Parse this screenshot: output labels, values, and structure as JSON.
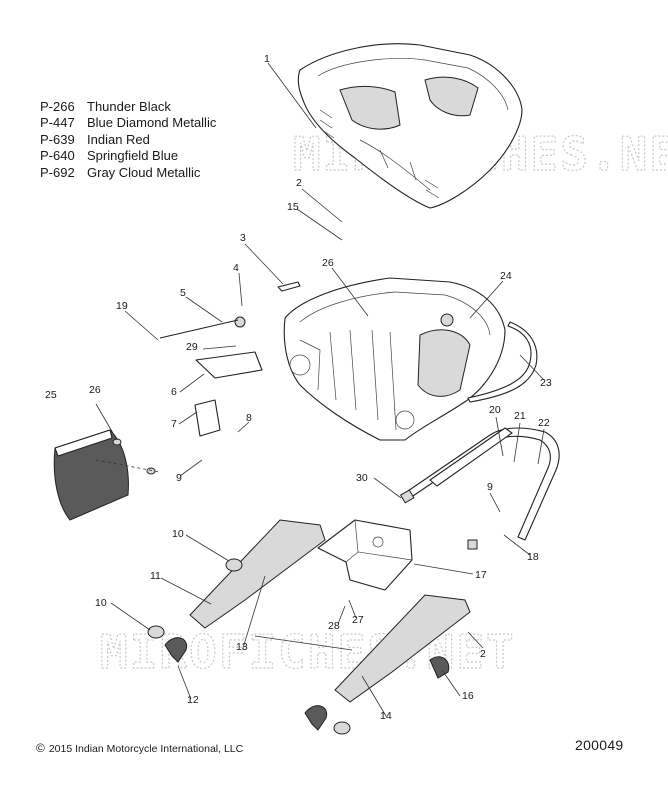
{
  "paint_codes": [
    {
      "code": "P-266",
      "name": "Thunder Black"
    },
    {
      "code": "P-447",
      "name": "Blue Diamond Metallic"
    },
    {
      "code": "P-639",
      "name": "Indian Red"
    },
    {
      "code": "P-640",
      "name": "Springfield Blue"
    },
    {
      "code": "P-692",
      "name": "Gray Cloud Metallic"
    }
  ],
  "watermark": "MIROFICHES.NET",
  "copyright": "2015 Indian Motorcycle International, LLC",
  "copyright_symbol": "©",
  "diagram_id": "200049",
  "callouts": [
    "1",
    "2",
    "15",
    "3",
    "26",
    "24",
    "4",
    "5",
    "19",
    "29",
    "6",
    "23",
    "7",
    "8",
    "20",
    "21",
    "22",
    "25",
    "26",
    "9",
    "30",
    "9",
    "10",
    "18",
    "17",
    "11",
    "27",
    "28",
    "10",
    "13",
    "2",
    "16",
    "12",
    "14"
  ]
}
